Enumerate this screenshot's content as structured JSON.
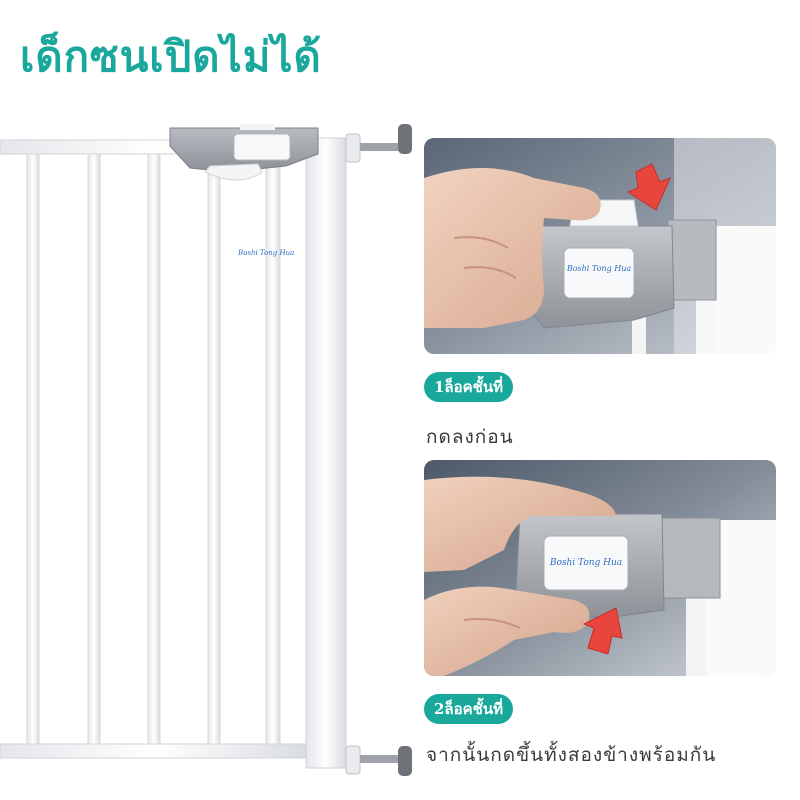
{
  "page": {
    "title": "เด็กซนเปิดไม่ได้",
    "accent_color": "#1aa89c"
  },
  "gate": {
    "brand_label": "Boshi Tong Hua",
    "icon": "baby-gate-illustration"
  },
  "steps": [
    {
      "badge": "1ล็อคชั้นที่",
      "caption": "กดลงก่อน",
      "photo_brand_label": "Boshi Tong Hua",
      "arrow_direction": "down",
      "icon": "press-down-arrow-icon"
    },
    {
      "badge": "2ล็อคชั้นที่",
      "caption": "จากนั้นกดขึ้นทั้งสองข้างพร้อมกัน",
      "photo_brand_label": "Boshi Tong Hua",
      "arrow_direction": "up",
      "icon": "press-up-arrow-icon"
    }
  ]
}
